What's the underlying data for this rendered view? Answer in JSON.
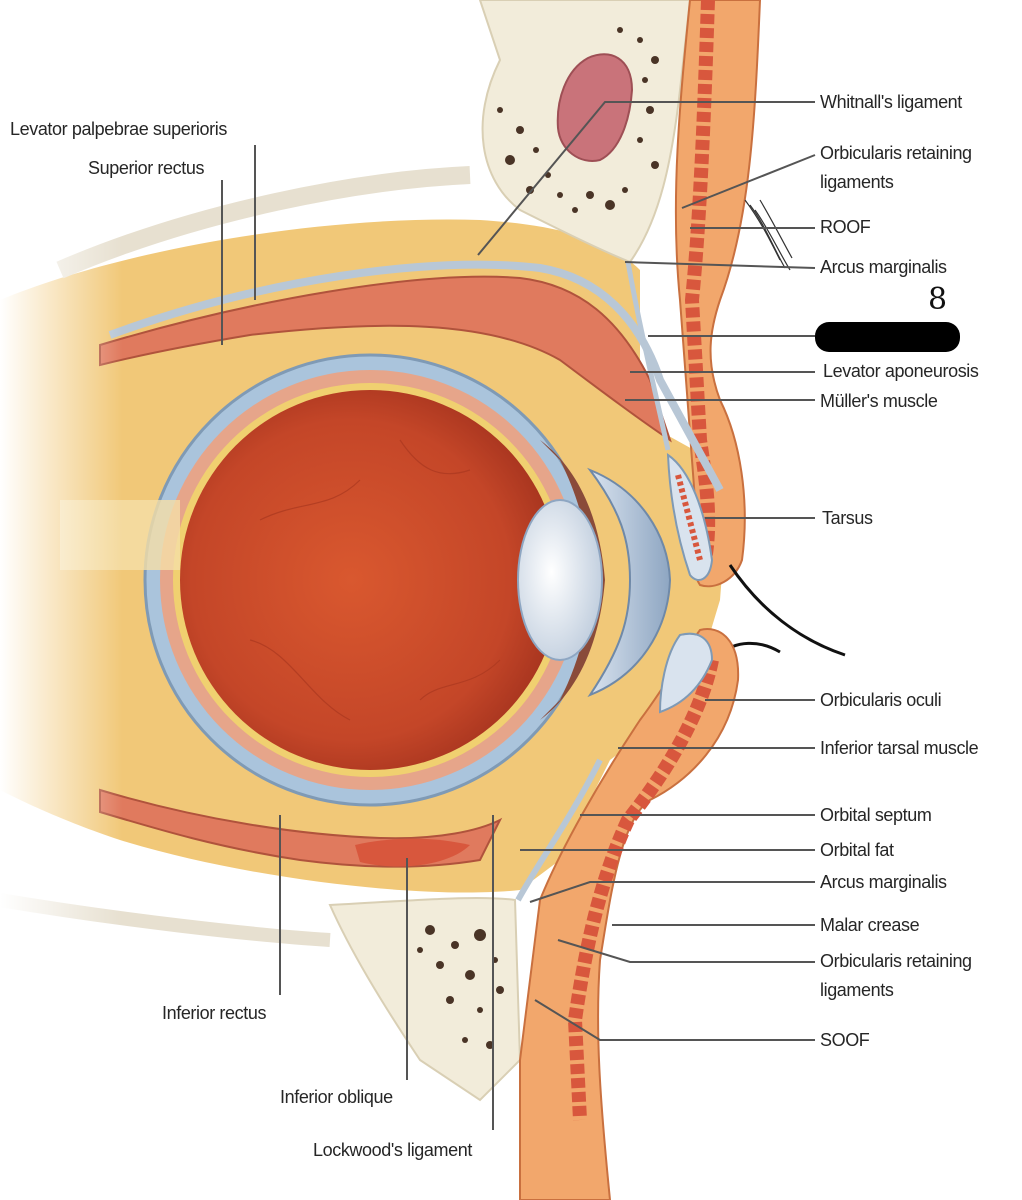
{
  "labels": {
    "levator_palpebrae": "Levator palpebrae superioris",
    "superior_rectus": "Superior rectus",
    "whitnall": "Whitnall's ligament",
    "orb_ret_lig_top": "Orbicularis retaining ligaments",
    "roof": "ROOF",
    "arcus_top": "Arcus marginalis",
    "levator_apon": "Levator aponeurosis",
    "muller": "Müller's muscle",
    "tarsus": "Tarsus",
    "orb_oculi": "Orbicularis oculi",
    "inf_tarsal": "Inferior tarsal muscle",
    "orb_septum": "Orbital septum",
    "orb_fat": "Orbital fat",
    "arcus_bottom": "Arcus marginalis",
    "malar": "Malar crease",
    "orb_ret_lig_bottom": "Orbicularis retaining ligaments",
    "soof": "SOOF",
    "inf_rectus": "Inferior rectus",
    "inf_oblique": "Inferior oblique",
    "lockwood": "Lockwood's ligament"
  },
  "handwritten_mark": "8",
  "colors": {
    "fat": "#f0c36a",
    "muscle": "#d9644e",
    "globe_interior": "#c94a2c",
    "sclera": "#aac4dc",
    "bone": "#efe9d8",
    "skin": "#f3a26a",
    "leader_line": "#555555"
  }
}
